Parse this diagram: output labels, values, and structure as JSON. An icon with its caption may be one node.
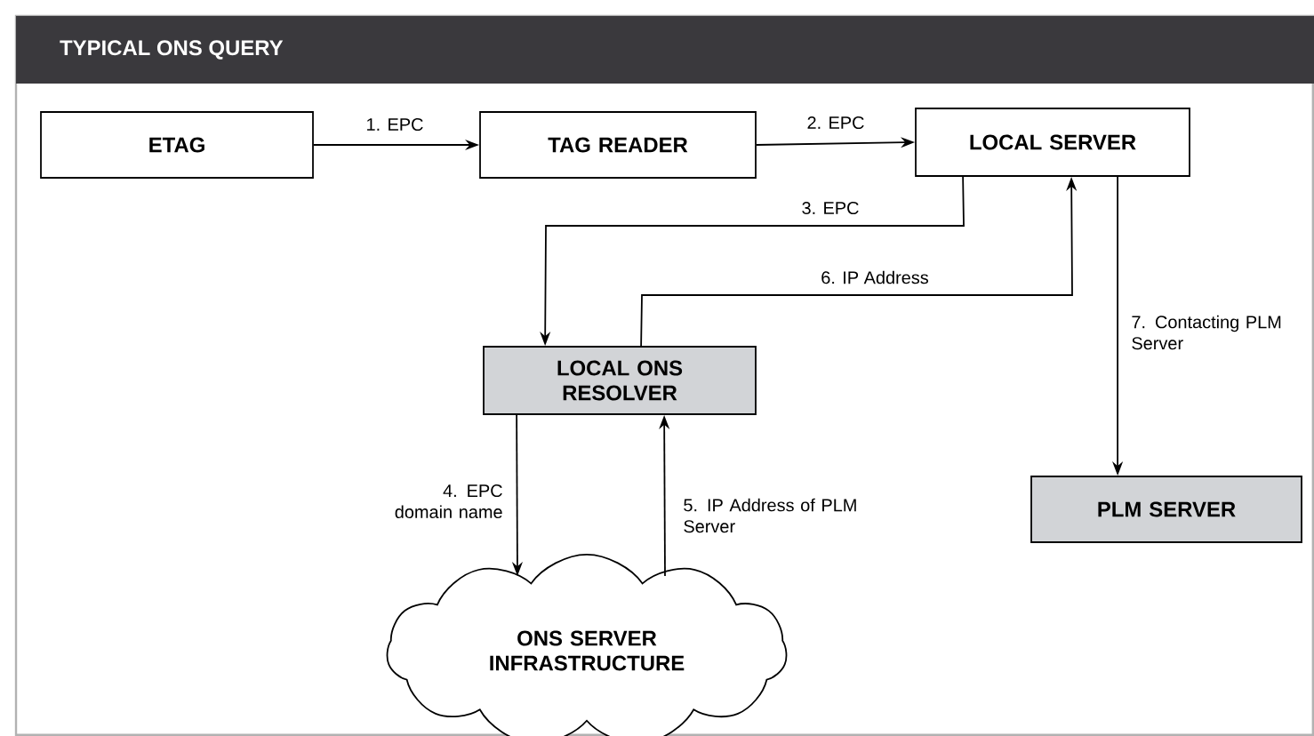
{
  "diagram": {
    "title": "TYPICAL ONS QUERY",
    "nodes": [
      {
        "text": [
          "ETAG"
        ]
      },
      {
        "text": [
          "TAG READER"
        ]
      },
      {
        "text": [
          "LOCAL SERVER"
        ]
      },
      {
        "text": [
          "LOCAL ONS RESOLVER"
        ]
      },
      {
        "text": [
          "PLM SERVER"
        ]
      },
      {
        "text": [
          "ONS SERVER INFRASTRUCTURE"
        ]
      }
    ],
    "edges": [
      {
        "from": 0,
        "to": 1,
        "arrow": "to",
        "label": "1. EPC"
      },
      {
        "from": 1,
        "to": 2,
        "arrow": "to",
        "label": "2. EPC"
      },
      {
        "from": 2,
        "to": 3,
        "arrow": "to",
        "label": "3. EPC"
      },
      {
        "from": 3,
        "to": 2,
        "arrow": "to",
        "label": "6. IP Address"
      },
      {
        "from": 2,
        "to": 4,
        "arrow": "to",
        "label": "7. Contacting PLM Server"
      },
      {
        "from": 3,
        "to": 5,
        "arrow": "to",
        "label": "4. EPC domain name"
      },
      {
        "from": 5,
        "to": 3,
        "arrow": "to",
        "label": "5. IP Address of PLM Server"
      }
    ]
  }
}
